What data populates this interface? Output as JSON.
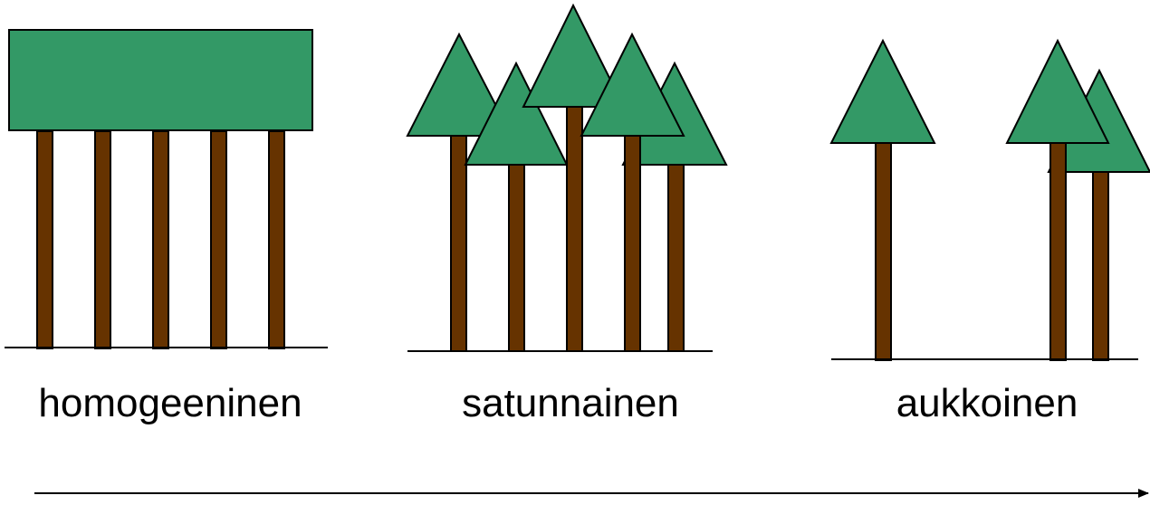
{
  "diagram": {
    "labels": {
      "homogeneous": "homogeeninen",
      "random": "satunnainen",
      "gappy": "aukkoinen"
    },
    "colors": {
      "crown": "#339966",
      "trunk": "#663300",
      "outline": "#000000",
      "background": "#ffffff"
    }
  }
}
